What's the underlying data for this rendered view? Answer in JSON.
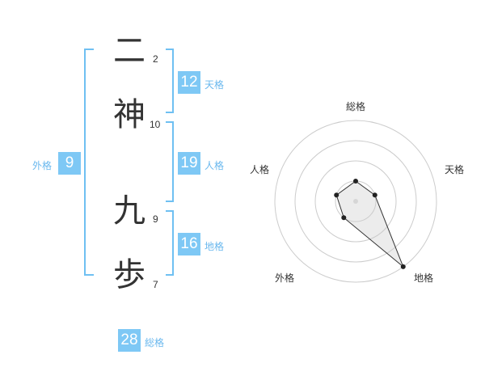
{
  "name_chars": [
    {
      "char": "二",
      "strokes": "2"
    },
    {
      "char": "神",
      "strokes": "10"
    },
    {
      "char": "九",
      "strokes": "9"
    },
    {
      "char": "歩",
      "strokes": "7"
    }
  ],
  "fortune": {
    "tenkaku": {
      "value": "12",
      "label": "天格"
    },
    "jinkaku": {
      "value": "19",
      "label": "人格"
    },
    "chikaku": {
      "value": "16",
      "label": "地格"
    },
    "gaikaku": {
      "value": "9",
      "label": "外格"
    },
    "soukaku": {
      "value": "28",
      "label": "総格"
    }
  },
  "colors": {
    "accent": "#7ec8f5",
    "bracket": "#6fc0f2",
    "text": "#333333"
  },
  "chart_data": {
    "type": "radar",
    "axes": [
      "総格",
      "天格",
      "地格",
      "外格",
      "人格"
    ],
    "values": [
      1,
      1,
      4,
      1,
      1
    ],
    "rmax": 4,
    "rings": 4
  }
}
